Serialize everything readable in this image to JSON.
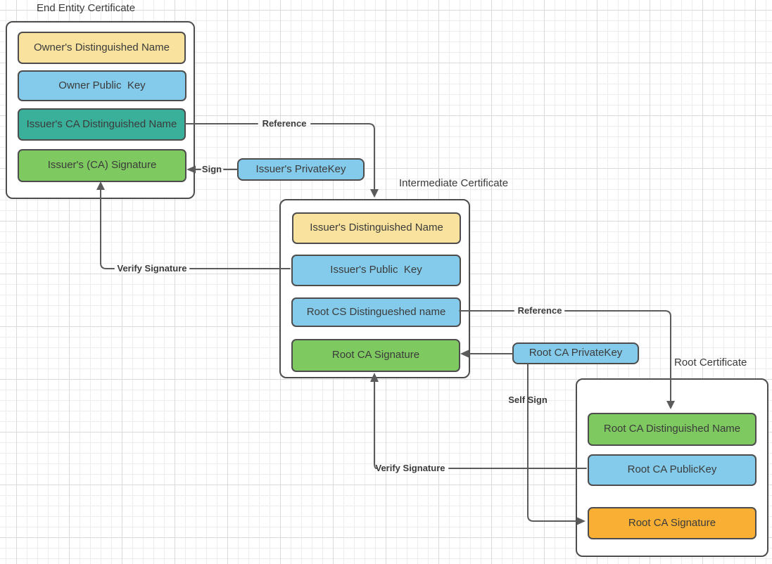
{
  "palette": {
    "yellow": "#F8E29E",
    "blue": "#84CBEB",
    "teal": "#3AB09A",
    "green": "#7FC961",
    "orange": "#F8AF34",
    "border": "#4D4D4D",
    "line": "#5B5B5B",
    "text": "#3B3B3B"
  },
  "certificates": [
    {
      "title": "End Entity Certificate",
      "fields": [
        {
          "label": "Owner's Distinguished Name",
          "color": "#F8E29E"
        },
        {
          "label": "Owner Public  Key",
          "color": "#84CBEB"
        },
        {
          "label": "Issuer's CA Distinguished Name",
          "color": "#3AB09A"
        },
        {
          "label": "Issuer's (CA) Signature",
          "color": "#7FC961"
        }
      ]
    },
    {
      "title": "Intermediate Certificate",
      "fields": [
        {
          "label": "Issuer's Distinguished Name",
          "color": "#F8E29E"
        },
        {
          "label": "Issuer's Public  Key",
          "color": "#84CBEB"
        },
        {
          "label": "Root CS Distingueshed name",
          "color": "#84CBEB"
        },
        {
          "label": "Root CA Signature",
          "color": "#7FC961"
        }
      ]
    },
    {
      "title": "Root Certificate",
      "fields": [
        {
          "label": "Root CA Distinguished Name",
          "color": "#7FC961"
        },
        {
          "label": "Root CA PublicKey",
          "color": "#84CBEB"
        },
        {
          "label": "Root CA Signature",
          "color": "#F8AF34"
        }
      ]
    }
  ],
  "keys": [
    {
      "label": "Issuer's PrivateKey",
      "color": "#84CBEB"
    },
    {
      "label": "Root CA PrivateKey",
      "color": "#84CBEB"
    }
  ],
  "connectors": {
    "reference_top": {
      "label": "Reference"
    },
    "sign": {
      "label": "Sign"
    },
    "verify_signature_left": {
      "label": "Verify Signature"
    },
    "reference_bottom": {
      "label": "Reference"
    },
    "self_sign": {
      "label": "Self Sign"
    },
    "verify_signature_bottom": {
      "label": "Verify Signature"
    }
  }
}
